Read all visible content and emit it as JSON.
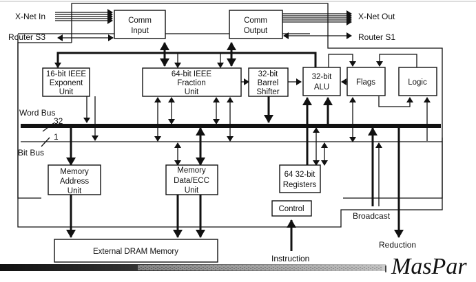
{
  "external_labels": {
    "xnet_in": "X-Net In",
    "xnet_out": "X-Net Out",
    "router_s3": "Router S3",
    "router_s1": "Router S1",
    "word_bus": "Word Bus",
    "word_bus_width": "32",
    "bit_bus": "Bit Bus",
    "bit_bus_width": "1",
    "broadcast": "Broadcast",
    "reduction": "Reduction",
    "instruction": "Instruction"
  },
  "blocks": {
    "comm_input": [
      "Comm",
      "Input"
    ],
    "comm_output": [
      "Comm",
      "Output"
    ],
    "exponent_unit": [
      "16-bit IEEE",
      "Exponent",
      "Unit"
    ],
    "fraction_unit": [
      "64-bit IEEE",
      "Fraction",
      "Unit"
    ],
    "barrel_shifter": [
      "32-bit",
      "Barrel",
      "Shifter"
    ],
    "alu": [
      "32-bit",
      "ALU"
    ],
    "flags": [
      "Flags"
    ],
    "logic": [
      "Logic"
    ],
    "memory_address_unit": [
      "Memory",
      "Address",
      "Unit"
    ],
    "memory_data_ecc_unit": [
      "Memory",
      "Data/ECC",
      "Unit"
    ],
    "registers": [
      "64  32-bit",
      "Registers"
    ],
    "control": [
      "Control"
    ],
    "external_dram": [
      "External DRAM Memory"
    ]
  },
  "branding": {
    "logo": "MasPar"
  }
}
